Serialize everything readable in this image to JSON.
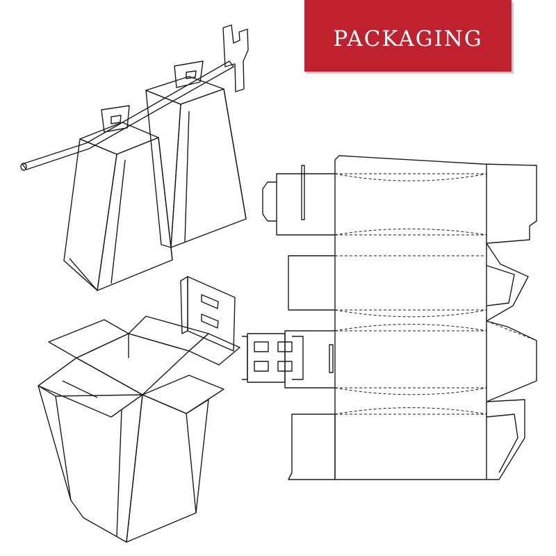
{
  "banner": {
    "title": "PACKAGING",
    "color": "#c0212f"
  },
  "colors": {
    "hook": "#f6bcd8",
    "flap_light": "#f7c4dd",
    "flap_dark": "#d47bb8",
    "outline": "#1a1a1a"
  },
  "figures": {
    "top_left": "hanging-boxes-on-peg-hook",
    "bottom_left": "open-box-with-hang-tab",
    "right": "dieline-template"
  }
}
